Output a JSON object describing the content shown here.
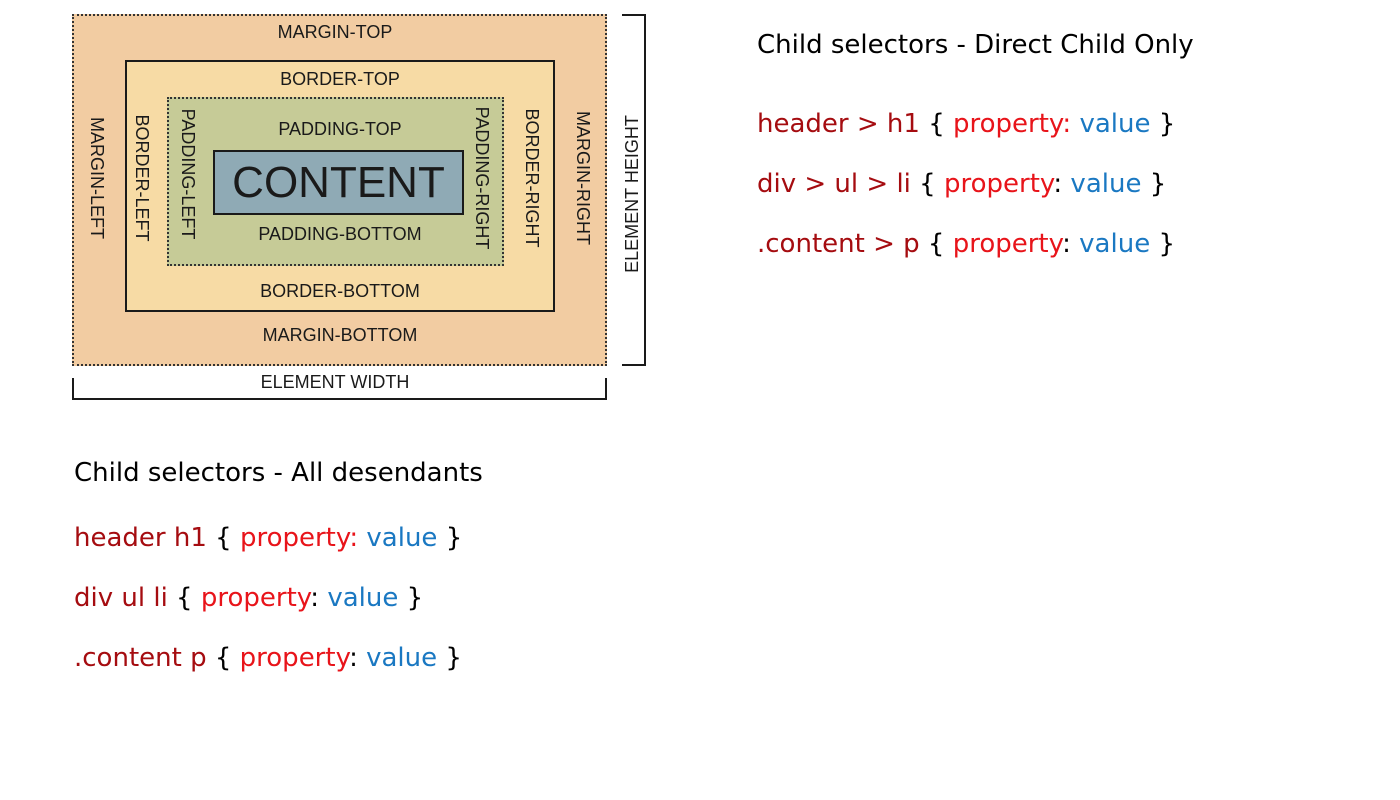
{
  "diagram": {
    "labels": {
      "margin_top": "MARGIN-TOP",
      "margin_bottom": "MARGIN-BOTTOM",
      "margin_left": "MARGIN-LEFT",
      "margin_right": "MARGIN-RIGHT",
      "border_top": "BORDER-TOP",
      "border_bottom": "BORDER-BOTTOM",
      "border_left": "BORDER-LEFT",
      "border_right": "BORDER-RIGHT",
      "padding_top": "PADDING-TOP",
      "padding_bottom": "PADDING-BOTTOM",
      "padding_left": "PADDING-LEFT",
      "padding_right": "PADDING-RIGHT",
      "content": "CONTENT",
      "element_width": "ELEMENT WIDTH",
      "element_height": "ELEMENT HEIGHT"
    },
    "colors": {
      "margin": "#f2cca2",
      "border": "#f7dba5",
      "padding": "#c6cb97",
      "content": "#8faab5"
    }
  },
  "direct_child": {
    "title": "Child selectors - Direct Child Only",
    "lines": [
      {
        "selector": "header > h1 ",
        "open": " {",
        "property": " property:",
        "value": " value",
        "close": " }"
      },
      {
        "selector": "div > ul > li",
        "open": " {",
        "property": " property",
        "colon": ":",
        "value": " value",
        "close": " }"
      },
      {
        "selector": ".content > p",
        "open": " {",
        "property": " property",
        "colon": ":",
        "value": " value",
        "close": " }"
      }
    ]
  },
  "descendants": {
    "title": "Child selectors - All desendants",
    "lines": [
      {
        "selector": "header  h1 ",
        "open": " {",
        "property": " property:",
        "value": " value",
        "close": " }"
      },
      {
        "selector": "div  ul  li",
        "open": " {",
        "property": " property",
        "colon": ":",
        "value": " value",
        "close": " }"
      },
      {
        "selector": ".content  p",
        "open": " {",
        "property": " property",
        "colon": ":",
        "value": " value",
        "close": " }"
      }
    ]
  },
  "colors": {
    "selector": "#a50c10",
    "property": "#e8141a",
    "value": "#1a78c2",
    "punctuation": "#000000"
  }
}
